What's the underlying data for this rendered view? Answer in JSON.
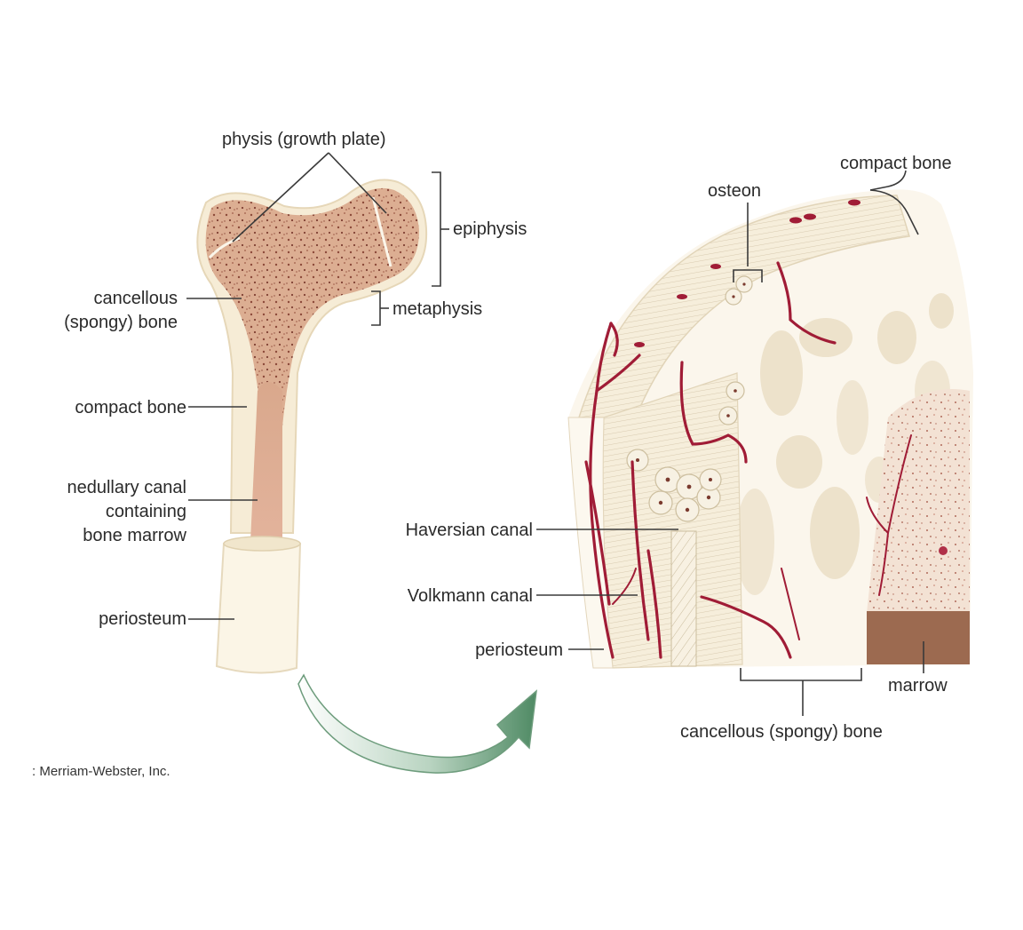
{
  "labels": {
    "physis": "physis (growth plate)",
    "epiphysis": "epiphysis",
    "metaphysis": "metaphysis",
    "cancellous_line1": "cancellous",
    "cancellous_line2": "(spongy) bone",
    "compact_left": "compact bone",
    "medullary_line1": "nedullary canal",
    "medullary_line2": "containing",
    "medullary_line3": "bone marrow",
    "periosteum_left": "periosteum",
    "osteon": "osteon",
    "compact_right": "compact bone",
    "haversian": "Haversian canal",
    "volkmann": "Volkmann canal",
    "periosteum_right": "periosteum",
    "marrow": "marrow",
    "cancellous_right": "cancellous (spongy) bone"
  },
  "credit": ": Merriam-Webster, Inc.",
  "colors": {
    "spongy_bone": "#d9a88c",
    "compact_bone": "#f6ecd6",
    "medullary": "#dca890",
    "vessel": "#a01c36",
    "arrow": "#6d9c7c",
    "marrow_band": "#9c6a50"
  }
}
